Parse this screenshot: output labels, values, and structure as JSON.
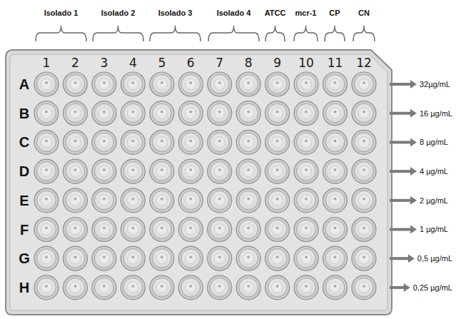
{
  "diagram": {
    "labels": [
      "Isolado 1",
      "Isolado 2",
      "Isolado 3",
      "Isolado 4",
      "ATCC",
      "mcr-1",
      "CP",
      "CN",
      "1",
      "2",
      "3",
      "4",
      "5",
      "6",
      "7",
      "8",
      "9",
      "10",
      "11",
      "12",
      "A",
      "B",
      "C",
      "D",
      "E",
      "F",
      "G",
      "H",
      "32µg/mL",
      "16 µg/mL",
      "8 µg/mL",
      "4 µg/mL",
      "2 µg/mL",
      "1 µg/mL",
      "0,5 µg/mL",
      "0,25 µg/mL"
    ]
  }
}
